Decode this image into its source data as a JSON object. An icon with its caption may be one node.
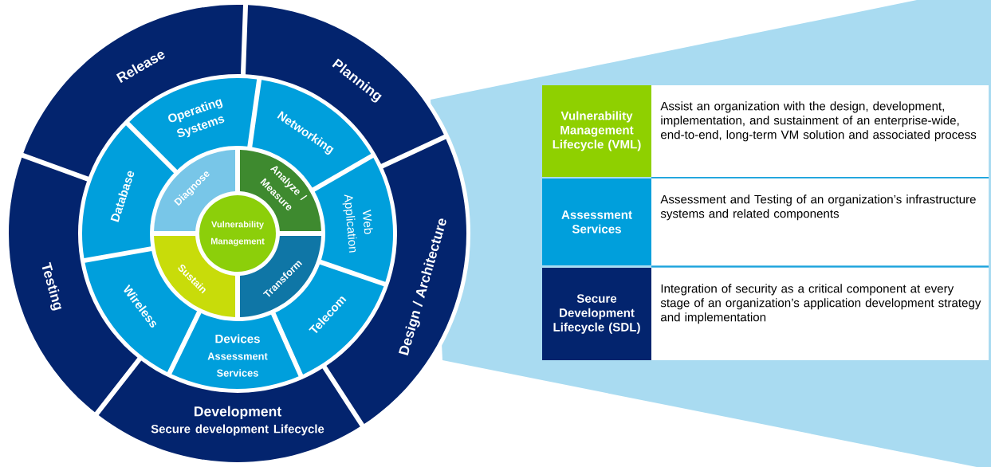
{
  "diagram": {
    "nodes": [
      {
        "text": [
          "Vulnerability Management"
        ]
      },
      {
        "text": [
          "Analyze / Measure"
        ]
      },
      {
        "text": [
          "Transform"
        ]
      },
      {
        "text": [
          "Sustain"
        ]
      },
      {
        "text": [
          "Diagnose"
        ]
      },
      {
        "text": [
          "Networking"
        ]
      },
      {
        "text": [
          "Web Application"
        ]
      },
      {
        "text": [
          "Telecom"
        ]
      },
      {
        "text": [
          "Devices",
          "Assessment Services"
        ]
      },
      {
        "text": [
          "Wireless"
        ]
      },
      {
        "text": [
          "Database"
        ]
      },
      {
        "text": [
          "Operating Systems"
        ]
      },
      {
        "text": [
          "Planning"
        ]
      },
      {
        "text": [
          "Design / Architecture"
        ]
      },
      {
        "text": [
          "Development",
          "Secure development Lifecycle"
        ]
      },
      {
        "text": [
          "Testing"
        ]
      },
      {
        "text": [
          "Release"
        ]
      },
      {
        "text": [
          "Vulnerability Management Lifecycle (VML)",
          "Assist an organization with the design, development, implementation, and sustainment of an enterprise-wide, end-to-end, long-term VM solution and associated process"
        ]
      },
      {
        "text": [
          "Assessment Services",
          "Assessment and Testing of an organization’s infrastructure systems and related components"
        ]
      },
      {
        "text": [
          "Secure Development Lifecycle (SDL)",
          "Integration of security as a critical component at every stage of an organization’s application development strategy and implementation"
        ]
      }
    ]
  }
}
